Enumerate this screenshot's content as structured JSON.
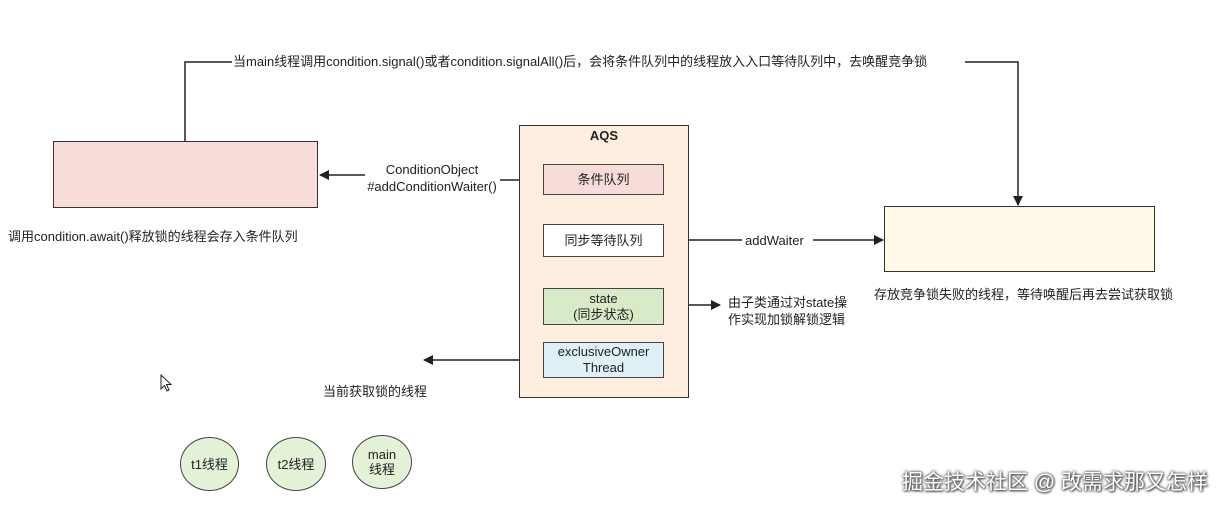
{
  "annotations": {
    "signal_note": "当main线程调用condition.signal()或者condition.signalAll()后，会将条件队列中的线程放入入口等待队列中，去唤醒竞争锁",
    "await_note": "调用condition.await()释放锁的线程会存入条件队列",
    "condition_object_line1": "ConditionObject",
    "condition_object_line2": "#addConditionWaiter()",
    "add_waiter": "addWaiter",
    "waiting_note": "存放竞争锁失败的线程，等待唤醒后再去尝试获取锁",
    "state_note_line1": "由子类通过对state操",
    "state_note_line2": "作实现加锁解锁逻辑",
    "owner_note": "当前获取锁的线程"
  },
  "aqs": {
    "title": "AQS",
    "condition_queue": "条件队列",
    "sync_queue": "同步等待队列",
    "state_line1": "state",
    "state_line2": "(同步状态)",
    "owner_line1": "exclusiveOwner",
    "owner_line2": "Thread"
  },
  "threads": {
    "t1": "t1线程",
    "t2": "t2线程",
    "main_line1": "main",
    "main_line2": "线程"
  },
  "watermark": "掘金技术社区 @ 改需求那又怎样",
  "colors": {
    "condition_box": "#f8dcd9",
    "aqs_box": "#fdeee0",
    "wait_box": "#fffbe8",
    "state_box": "#d8eac8",
    "owner_box": "#dff1f7",
    "thread_circle": "#e4f3d8"
  }
}
